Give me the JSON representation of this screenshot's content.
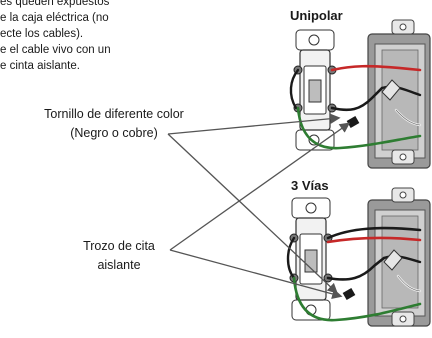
{
  "intro": {
    "lines": [
      "es queden expuestos",
      "e la caja eléctrica (no",
      "ecte los cables).",
      "e el cable vivo con un",
      "e cinta aislante."
    ]
  },
  "sections": {
    "single_pole": "Unipolar",
    "three_way": "3 Vías"
  },
  "callouts": {
    "screw_line1": "Tornillo de diferente color",
    "screw_line2": "(Negro o cobre)",
    "tape_line1": "Trozo de cita",
    "tape_line2": "aislante"
  },
  "colors": {
    "hot_wire": "#c62828",
    "neutral_wire": "#1a1a1a",
    "ground_wire": "#2e7d32",
    "box": "#7a7a7a",
    "switch_body": "#f2f2f2"
  }
}
